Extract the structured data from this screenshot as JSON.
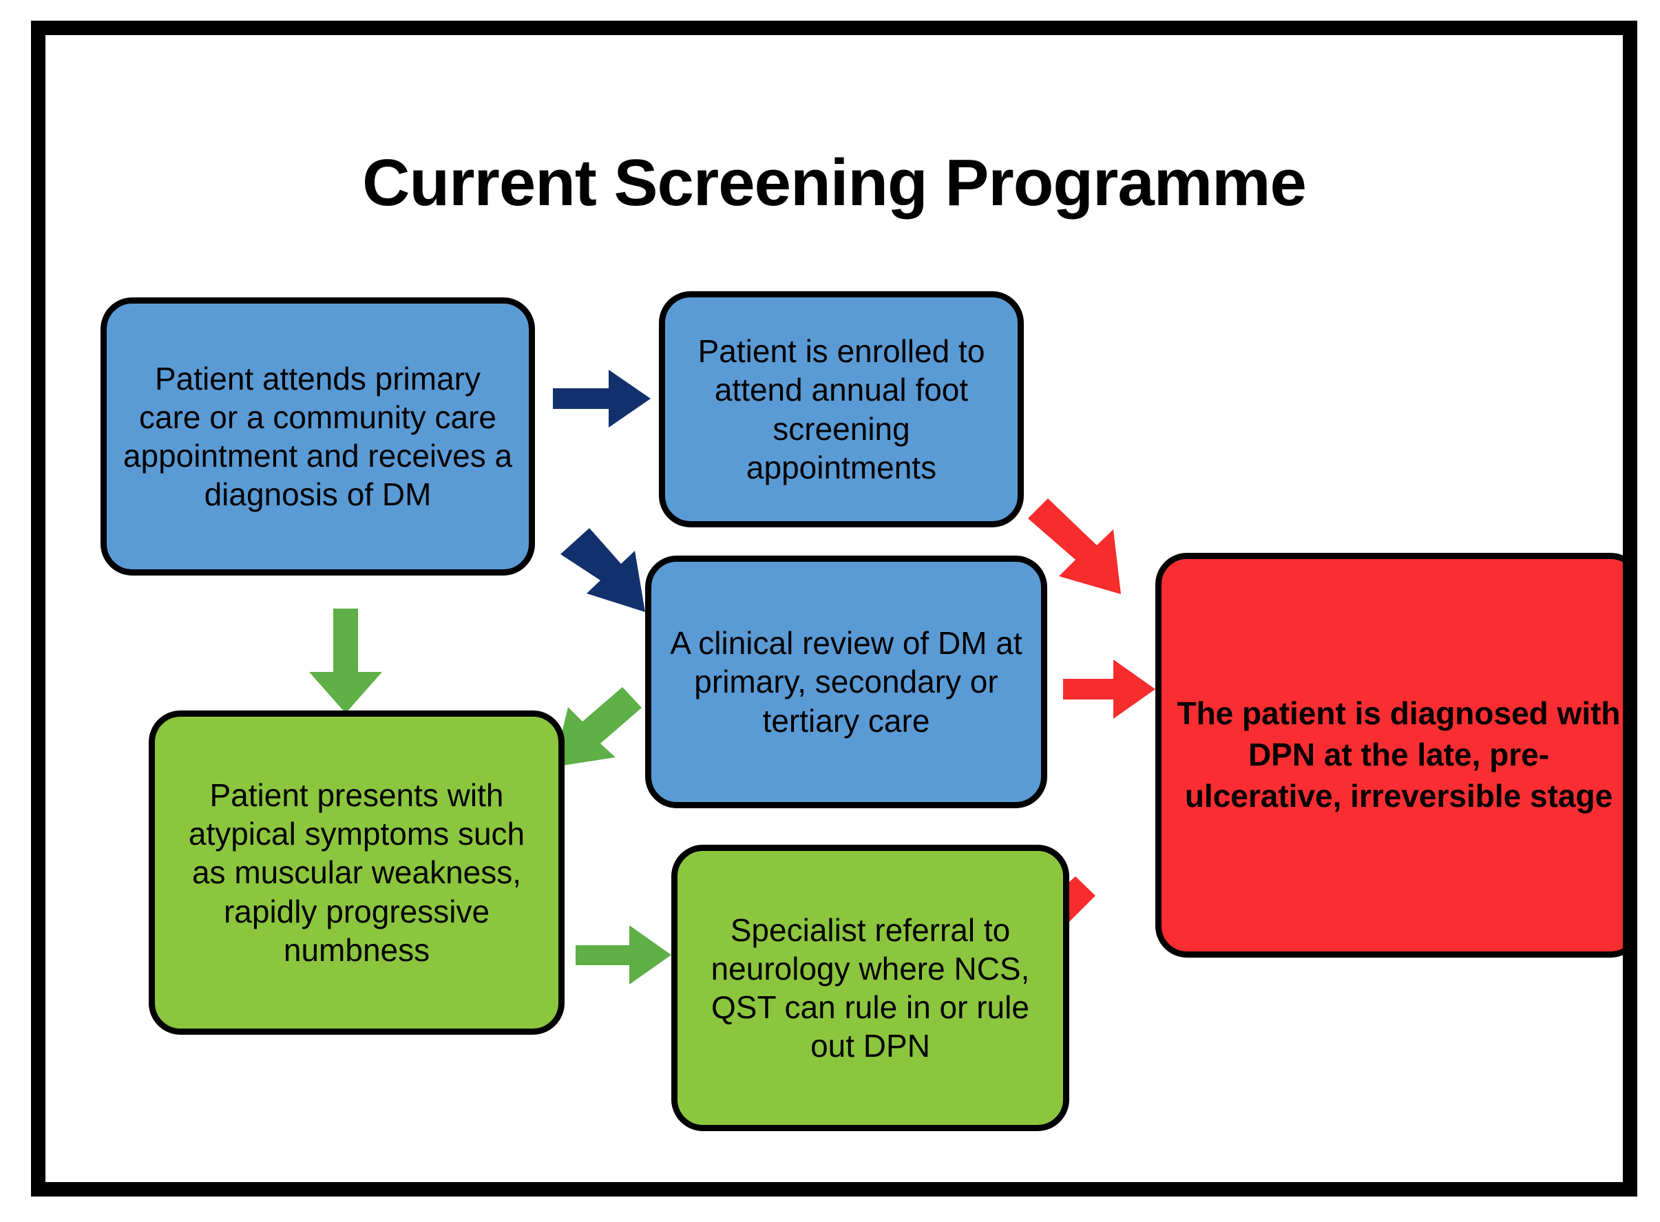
{
  "poster": {
    "title": "Current Screening Programme",
    "frame_color": "#000000",
    "background": "#ffffff"
  },
  "palette": {
    "blue_box": "#5B9BD5",
    "green_box": "#8CC63F",
    "red_box": "#FA2E32",
    "navy_arrow": "#12306B",
    "green_arrow": "#5DAF46",
    "red_arrow": "#F72C2C",
    "outline": "#000000",
    "text": "#000000"
  },
  "nodes": {
    "dm_diagnosis": {
      "text": "Patient attends primary care or a community care appointment and receives a diagnosis of DM",
      "color": "blue"
    },
    "annual_screening": {
      "text": "Patient is enrolled to attend annual foot screening appointments",
      "color": "blue"
    },
    "clinical_review": {
      "text": "A clinical review of DM at primary, secondary or tertiary care",
      "color": "blue"
    },
    "atypical_symptoms": {
      "text": "Patient presents with atypical symptoms such as muscular weakness, rapidly progressive numbness",
      "color": "green"
    },
    "specialist_referral": {
      "text": "Specialist referral to neurology where NCS, QST can rule in or rule out DPN",
      "color": "green"
    },
    "late_diagnosis": {
      "text": "The patient is diagnosed with DPN at the late, pre-ulcerative, irreversible stage",
      "color": "red"
    }
  },
  "arrows": [
    {
      "name": "arrow-dm-to-annual-screening",
      "from": "dm_diagnosis",
      "to": "annual_screening",
      "color": "#12306B",
      "direction": "right"
    },
    {
      "name": "arrow-dm-to-clinical-review",
      "from": "dm_diagnosis",
      "to": "clinical_review",
      "color": "#12306B",
      "direction": "down-right"
    },
    {
      "name": "arrow-dm-to-atypical-symptoms",
      "from": "dm_diagnosis",
      "to": "atypical_symptoms",
      "color": "#5DAF46",
      "direction": "down"
    },
    {
      "name": "arrow-clinical-review-to-atypical-symptoms",
      "from": "clinical_review",
      "to": "atypical_symptoms",
      "color": "#5DAF46",
      "direction": "down-left"
    },
    {
      "name": "arrow-atypical-symptoms-to-specialist-referral",
      "from": "atypical_symptoms",
      "to": "specialist_referral",
      "color": "#5DAF46",
      "direction": "right"
    },
    {
      "name": "arrow-annual-screening-to-late-diagnosis",
      "from": "annual_screening",
      "to": "late_diagnosis",
      "color": "#F72C2C",
      "direction": "down-right"
    },
    {
      "name": "arrow-clinical-review-to-late-diagnosis",
      "from": "clinical_review",
      "to": "late_diagnosis",
      "color": "#F72C2C",
      "direction": "right"
    },
    {
      "name": "arrow-specialist-referral-to-late-diagnosis",
      "from": "specialist_referral",
      "to": "late_diagnosis",
      "color": "#F72C2C",
      "direction": "up-right"
    }
  ]
}
